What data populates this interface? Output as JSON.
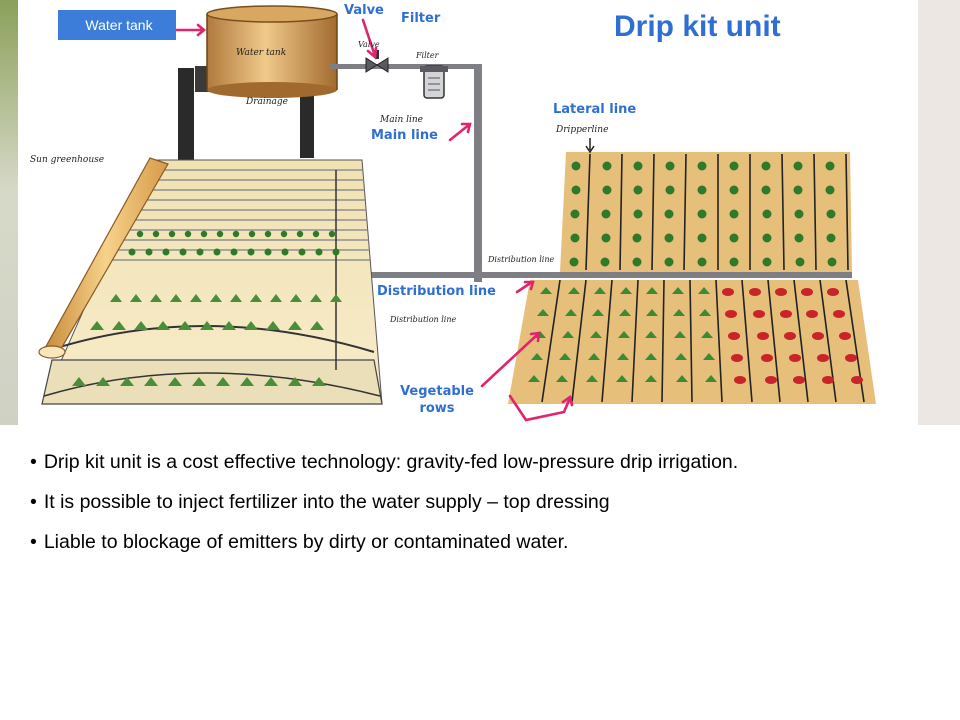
{
  "title": "Drip kit unit",
  "labels": {
    "water_tank": "Water tank",
    "valve": "Valve",
    "filter": "Filter",
    "lateral_line": "Lateral line",
    "main_line": "Main line",
    "distribution_line": "Distribution line",
    "vegetable_rows": "Vegetable rows"
  },
  "drawing_labels": {
    "water_tank": "Water tank",
    "drainage": "Drainage",
    "valve": "Valve",
    "filter": "Filter",
    "main_line": "Main line",
    "sun_greenhouse": "Sun greenhouse",
    "dripperline": "Dripperline",
    "distribution_line_right": "Distribution line",
    "distribution_line_left": "Distribution line"
  },
  "bullets": [
    "Drip kit unit is a cost effective technology: gravity-fed low-pressure drip irrigation.",
    "It is possible to inject fertilizer into the water supply – top dressing",
    "Liable to blockage of emitters by dirty or contaminated water."
  ],
  "colors": {
    "label_blue": "#2f6fd1",
    "arrow_pink": "#e0246e",
    "soil": "#e6c07a",
    "plant_green": "#2f7a2a",
    "tomato_red": "#c8242a",
    "pipe": "#7d7f85"
  }
}
